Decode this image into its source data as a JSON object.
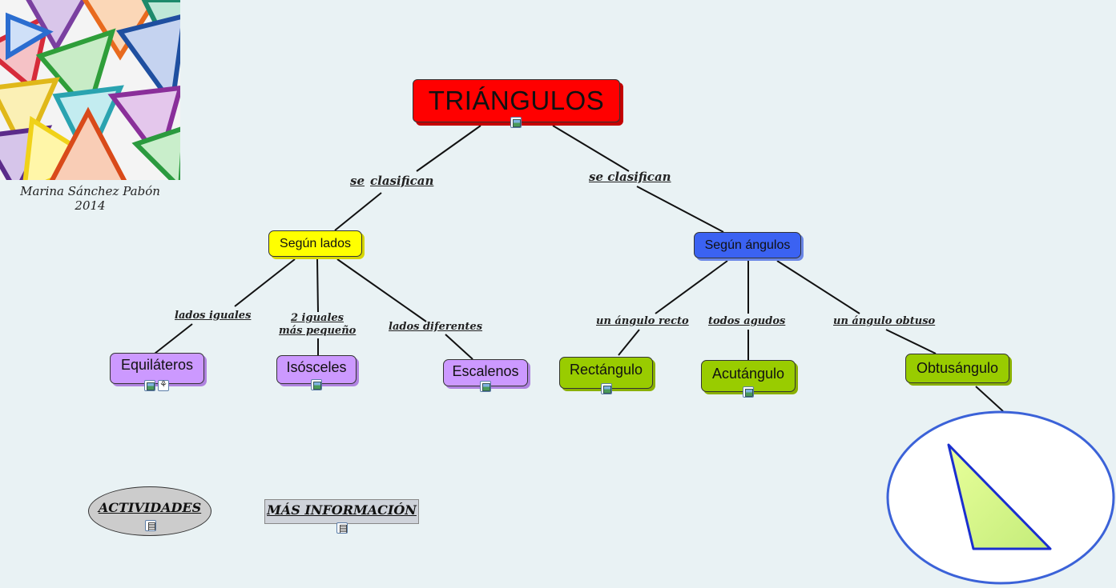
{
  "author": {
    "name": "Marina Sánchez Pabón",
    "year": "2014"
  },
  "root": {
    "label": "TRIÁNGULOS"
  },
  "left_branch": {
    "link": {
      "part1": "se",
      "part2": "clasifican"
    },
    "node": "Según lados",
    "children": [
      {
        "link": "lados iguales",
        "node": "Equiláteros"
      },
      {
        "link_line1": "2 iguales",
        "link_line2": "más pequeño",
        "node": "Isósceles"
      },
      {
        "link": "lados diferentes",
        "node": "Escalenos"
      }
    ]
  },
  "right_branch": {
    "link": "se clasifican",
    "node": "Según ángulos",
    "children": [
      {
        "link": "un ángulo recto",
        "node": "Rectángulo"
      },
      {
        "link": "todos agudos",
        "node": "Acutángulo"
      },
      {
        "link": "un ángulo obtuso",
        "node": "Obtusángulo"
      }
    ]
  },
  "buttons": {
    "activities": "ACTIVIDADES",
    "more_info": "MÁS INFORMACIÓN"
  },
  "colors": {
    "background": "#e9f2f4",
    "root": "#ff0000",
    "sides": "#ffff00",
    "angles": "#3b62f2",
    "sides_children": "#cc99ff",
    "angle_children": "#99cc00",
    "shadow_purple": "#b083e0",
    "shadow_blue": "#6a86e6",
    "shadow_green": "#8ab000"
  }
}
